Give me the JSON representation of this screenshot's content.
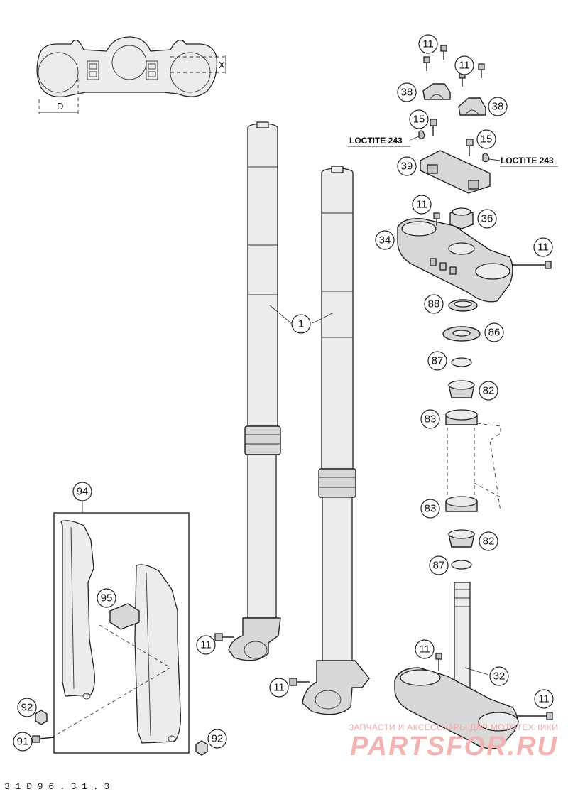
{
  "callouts": {
    "c1": "1",
    "c11a": "11",
    "c11b": "11",
    "c11c": "11",
    "c11d": "11",
    "c11e": "11",
    "c11f": "11",
    "c11g": "11",
    "c11h": "11",
    "c15a": "15",
    "c15b": "15",
    "c32": "32",
    "c34": "34",
    "c36": "36",
    "c38a": "38",
    "c38b": "38",
    "c39": "39",
    "c82a": "82",
    "c82b": "82",
    "c83a": "83",
    "c83b": "83",
    "c86": "86",
    "c87a": "87",
    "c87b": "87",
    "c88": "88",
    "c91": "91",
    "c92a": "92",
    "c92b": "92",
    "c94": "94",
    "c95": "95"
  },
  "labels": {
    "loctite_left": "LOCTITE 243",
    "loctite_right": "LOCTITE 243",
    "dim_x": "X",
    "dim_d": "D"
  },
  "watermark": {
    "subtitle": "ЗАПЧАСТИ И АКСЕССУАРЫ ДЛЯ МОТОТЕХНИКИ",
    "brand": "PARTSFOR.RU"
  },
  "footer": {
    "code": "3 1 D 9 6 . 3 1 . 3"
  }
}
